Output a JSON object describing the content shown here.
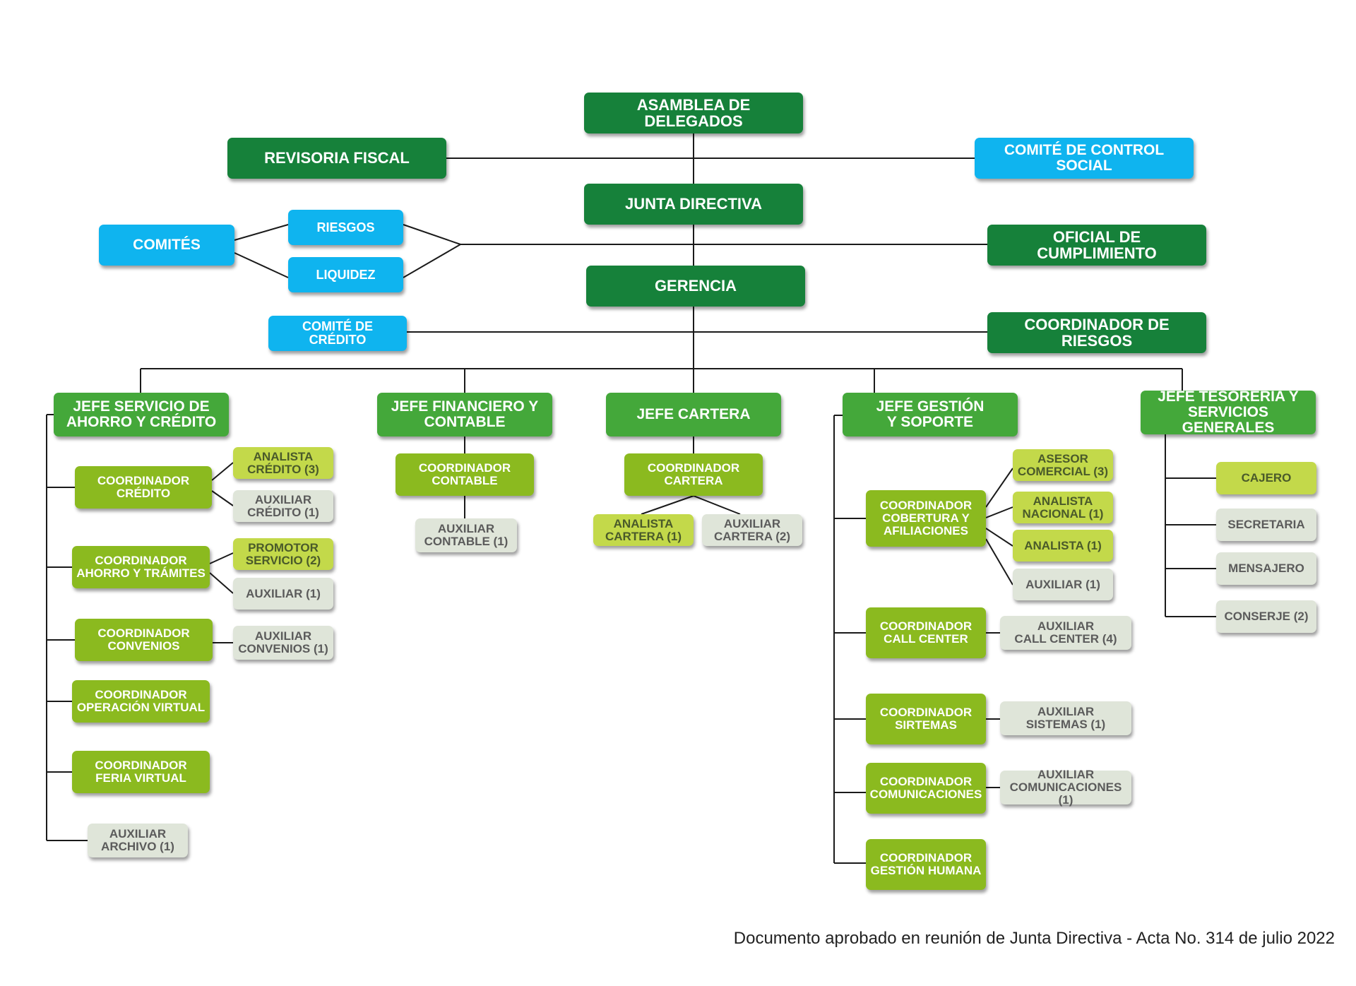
{
  "nodes": {
    "asamblea": "ASAMBLEA DE DELEGADOS",
    "revisoria": "REVISORIA FISCAL",
    "comite_control": "COMITÉ DE CONTROL SOCIAL",
    "junta": "JUNTA DIRECTIVA",
    "comites": "COMITÉS",
    "riesgos": "RIESGOS",
    "liquidez": "LIQUIDEZ",
    "oficial": "OFICIAL DE CUMPLIMIENTO",
    "gerencia": "GERENCIA",
    "comite_credito": "COMITÉ DE CRÉDITO",
    "coord_riesgos": "COORDINADOR DE RIESGOS",
    "jefe_ahorro": "JEFE SERVICIO DE\nAHORRO Y CRÉDITO",
    "jefe_financiero": "JEFE FINANCIERO Y\nCONTABLE",
    "jefe_cartera": "JEFE CARTERA",
    "jefe_gestion": "JEFE GESTIÓN\nY SOPORTE",
    "jefe_tesoreria": "JEFE TESORERÍA Y\nSERVICIOS GENERALES",
    "coord_credito": "COORDINADOR\nCRÉDITO",
    "analista_credito": "ANALISTA\nCRÉDITO (3)",
    "auxiliar_credito": "AUXILIAR\nCRÉDITO (1)",
    "coord_ahorro": "COORDINADOR\nAHORRO Y TRÁMITES",
    "promotor": "PROMOTOR\nSERVICIO (2)",
    "auxiliar_ahorro": "AUXILIAR (1)",
    "coord_convenios": "COORDINADOR\nCONVENIOS",
    "auxiliar_convenios": "AUXILIAR\nCONVENIOS (1)",
    "coord_operacion": "COORDINADOR\nOPERACIÓN VIRTUAL",
    "coord_feria": "COORDINADOR\nFERIA VIRTUAL",
    "auxiliar_archivo": "AUXILIAR\nARCHIVO (1)",
    "coord_contable": "COORDINADOR\nCONTABLE",
    "auxiliar_contable": "AUXILIAR\nCONTABLE (1)",
    "coord_cartera": "COORDINADOR\nCARTERA",
    "analista_cartera": "ANALISTA\nCARTERA (1)",
    "auxiliar_cartera": "AUXILIAR\nCARTERA (2)",
    "coord_cobertura": "COORDINADOR\nCOBERTURA Y\nAFILIACIONES",
    "asesor": "ASESOR\nCOMERCIAL (3)",
    "analista_nacional": "ANALISTA\nNACIONAL (1)",
    "analista_1": "ANALISTA (1)",
    "auxiliar_1": "AUXILIAR (1)",
    "coord_call": "COORDINADOR\nCALL CENTER",
    "auxiliar_call": "AUXILIAR\nCALL CENTER (4)",
    "coord_sistemas": "COORDINADOR\nSIRTEMAS",
    "auxiliar_sistemas": "AUXILIAR\nSISTEMAS (1)",
    "coord_comunicaciones": "COORDINADOR\nCOMUNICACIONES",
    "auxiliar_comunicaciones": "AUXILIAR\nCOMUNICACIONES (1)",
    "coord_humana": "COORDINADOR\nGESTIÓN HUMANA",
    "cajero": "CAJERO",
    "secretaria": "SECRETARIA",
    "mensajero": "MENSAJERO",
    "conserje": "CONSERJE (2)"
  },
  "footer": "Documento aprobado en reunión de Junta Directiva - Acta No. 314 de julio 2022",
  "colors": {
    "dark_green": "#16813a",
    "blue": "#0fb4ef",
    "medium_green": "#44a83a",
    "coordinator_green": "#8bba1f",
    "lime": "#c3d94a",
    "pale": "#dfe5d9",
    "line": "#1a1a1a"
  }
}
